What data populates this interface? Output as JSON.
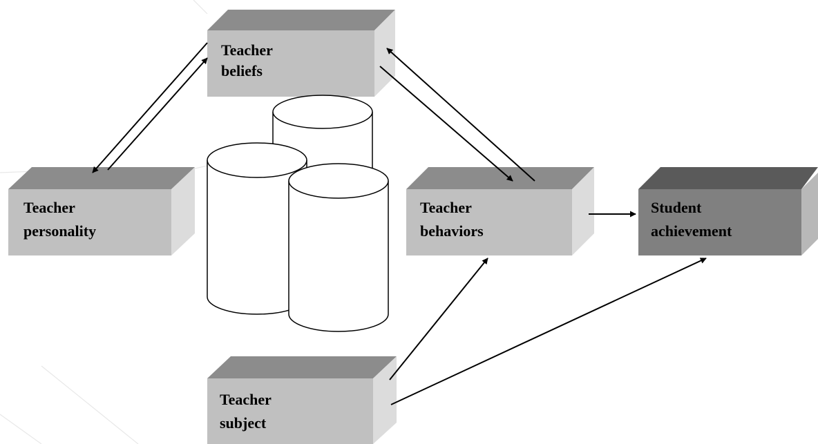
{
  "diagram": {
    "boxes": [
      {
        "id": "teacher-beliefs",
        "lines": [
          "Teacher",
          "beliefs"
        ]
      },
      {
        "id": "teacher-personality",
        "lines": [
          "Teacher",
          "personality"
        ]
      },
      {
        "id": "teacher-behaviors",
        "lines": [
          "Teacher",
          "behaviors"
        ]
      },
      {
        "id": "student-achievement",
        "lines": [
          "Student",
          "achievement"
        ]
      },
      {
        "id": "teacher-subject",
        "lines": [
          "Teacher",
          "subject"
        ]
      }
    ],
    "relations": [
      {
        "from": "teacher-personality",
        "to": "teacher-beliefs"
      },
      {
        "from": "teacher-beliefs",
        "to": "teacher-personality"
      },
      {
        "from": "teacher-beliefs",
        "to": "teacher-behaviors"
      },
      {
        "from": "teacher-behaviors",
        "to": "teacher-beliefs"
      },
      {
        "from": "teacher-behaviors",
        "to": "student-achievement"
      },
      {
        "from": "teacher-subject",
        "to": "teacher-behaviors"
      },
      {
        "from": "teacher-subject",
        "to": "student-achievement"
      }
    ],
    "decoration": "database-cylinders-icon",
    "colors": {
      "box_front": "#c0c0c0",
      "box_top": "#8c8c8c",
      "box_side": "#dcdcdc",
      "achievement_front": "#808080",
      "achievement_top": "#5a5a5a",
      "achievement_side": "#b8b8b8",
      "arrow": "#000000"
    }
  }
}
